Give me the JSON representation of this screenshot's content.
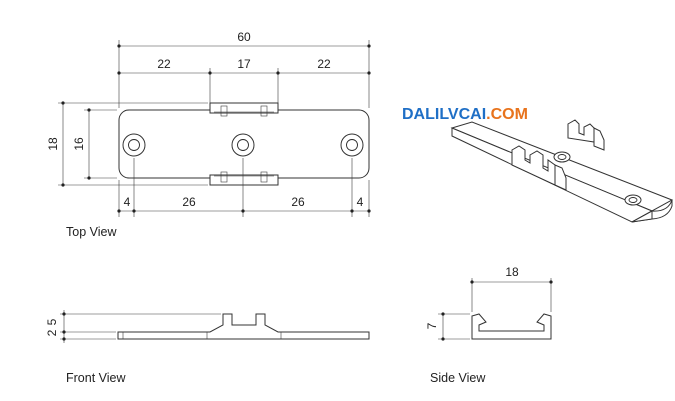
{
  "brand": {
    "text_blue": "DALILVCAI",
    "text_orange": ".COM",
    "color_blue": "#1f6fc6",
    "color_orange": "#e8731c"
  },
  "views": {
    "top_view": "Top View",
    "front_view": "Front View",
    "side_view": "Side View"
  },
  "dimensions": {
    "overall_length": "60",
    "left_segment": "22",
    "middle_segment": "17",
    "right_segment": "22",
    "overall_width": "18",
    "inner_width": "16",
    "edge_left": "4",
    "hole_spacing_left": "26",
    "hole_spacing_right": "26",
    "edge_right": "4",
    "front_height_upper": "2",
    "front_height_lower": "5",
    "side_width": "18",
    "side_height": "7"
  },
  "colors": {
    "line": "#2b2b2b"
  }
}
